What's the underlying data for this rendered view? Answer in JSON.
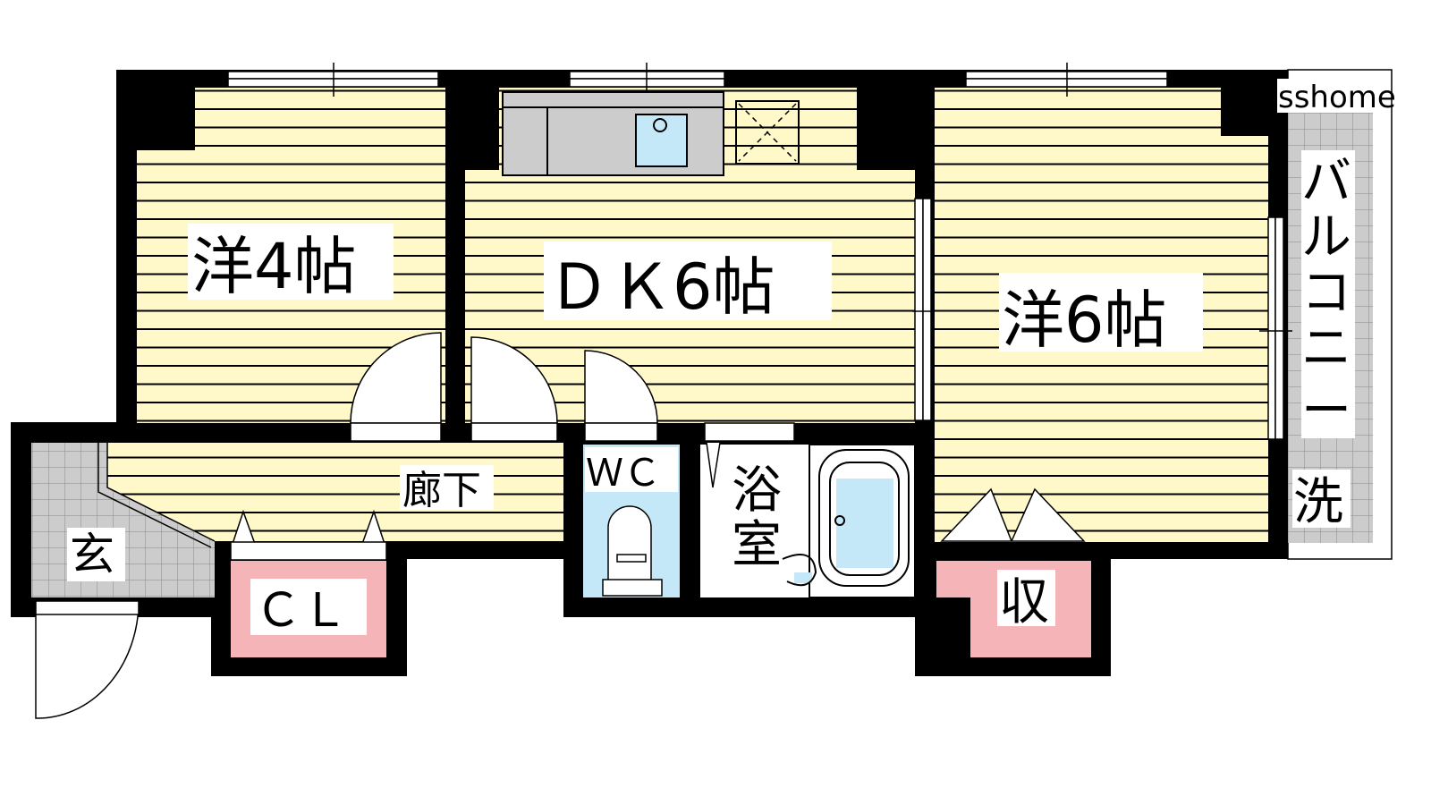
{
  "watermark": "sshome",
  "rooms": {
    "western_4": "洋4帖",
    "dk": "ＤＫ6帖",
    "western_6": "洋6帖",
    "hallway": "廊下",
    "entrance": "玄",
    "closet": "ＣＬ",
    "wc": "ＷＣ",
    "bath_1": "浴",
    "bath_2": "室",
    "storage": "収",
    "balcony": [
      "バ",
      "ル",
      "コ",
      "ニ",
      "ー"
    ],
    "laundry": "洗"
  },
  "colors": {
    "floor": "#fff8c8",
    "wall": "#000000",
    "tile": "#cccccc",
    "storage": "#f5b5b8",
    "water": "#c4e8f8",
    "counter": "#cccccc"
  }
}
